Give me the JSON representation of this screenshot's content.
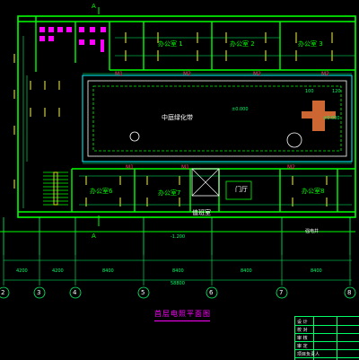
{
  "plan": {
    "title": "首层电照平面图",
    "rooms": {
      "office_1": "办公室 1",
      "office_2": "办公室 2",
      "office_3": "办公室 3",
      "office_6": "办公室6",
      "office_7": "办公室7",
      "office_8": "办公室8",
      "courtyard": "中庭绿化带",
      "lobby": "门厅",
      "duty_room": "值班室"
    },
    "section_mark": "A",
    "elevations": {
      "courtyard": "±0.000",
      "exterior": "-1.200",
      "east": "±0.000"
    },
    "wall_marks": [
      "M1",
      "M1",
      "M2",
      "M2",
      "M2",
      "M2",
      "M1"
    ],
    "dims_top": [
      "4200",
      "4200",
      "8400",
      "8400",
      "8400",
      "8400"
    ],
    "dims_small": [
      "100",
      "120"
    ],
    "total_dim": "58800",
    "axis_labels": [
      "2",
      "3",
      "4",
      "5",
      "6",
      "7",
      "8"
    ],
    "right_note": "强电井"
  },
  "title_block": {
    "rows": [
      "设 计",
      "校 对",
      "审 核",
      "审 定",
      "项目负责人"
    ]
  },
  "colors": {
    "background": "#000000",
    "wall": "#00ff00",
    "outline": "#00ffff",
    "wiring": "#00ff66",
    "fixture": "#ffff00",
    "accent": "#ff00ff",
    "text": "#ffffff"
  }
}
